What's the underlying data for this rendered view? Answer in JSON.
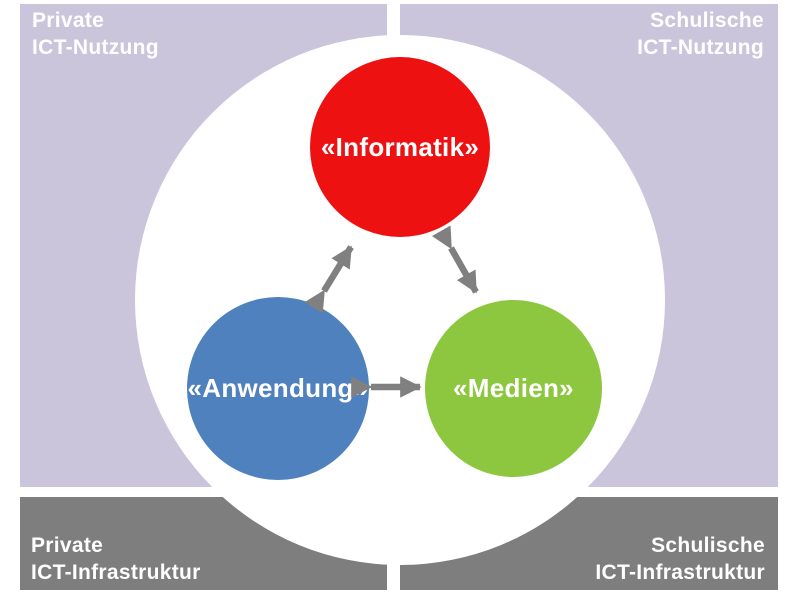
{
  "diagram_title": "ICT competence model diagram",
  "colors": {
    "quadrant_usage": "#CBC5DC",
    "quadrant_infrastructure": "#7E7E7E",
    "center_circle": "#FFFFFF",
    "informatik_circle": "#ED1111",
    "anwendung_circle": "#4E81BD",
    "medien_circle": "#8DC63F",
    "arrow": "#808080",
    "label_text": "#FFFFFF"
  },
  "quadrants": {
    "top_left": {
      "line1": "Private",
      "line2": "ICT-Nutzung"
    },
    "top_right": {
      "line1": "Schulische",
      "line2": "ICT-Nutzung"
    },
    "bottom_left": {
      "line1": "Private",
      "line2": "ICT-Infrastruktur"
    },
    "bottom_right": {
      "line1": "Schulische",
      "line2": "ICT-Infrastruktur"
    }
  },
  "circles": {
    "informatik": {
      "label": "«Informatik»"
    },
    "anwendung": {
      "label": "«Anwendung»"
    },
    "medien": {
      "label": "«Medien»"
    }
  },
  "arrows": [
    {
      "name": "informatik-anwendung",
      "type": "double-headed"
    },
    {
      "name": "informatik-medien",
      "type": "double-headed"
    },
    {
      "name": "anwendung-medien",
      "type": "double-headed"
    }
  ]
}
